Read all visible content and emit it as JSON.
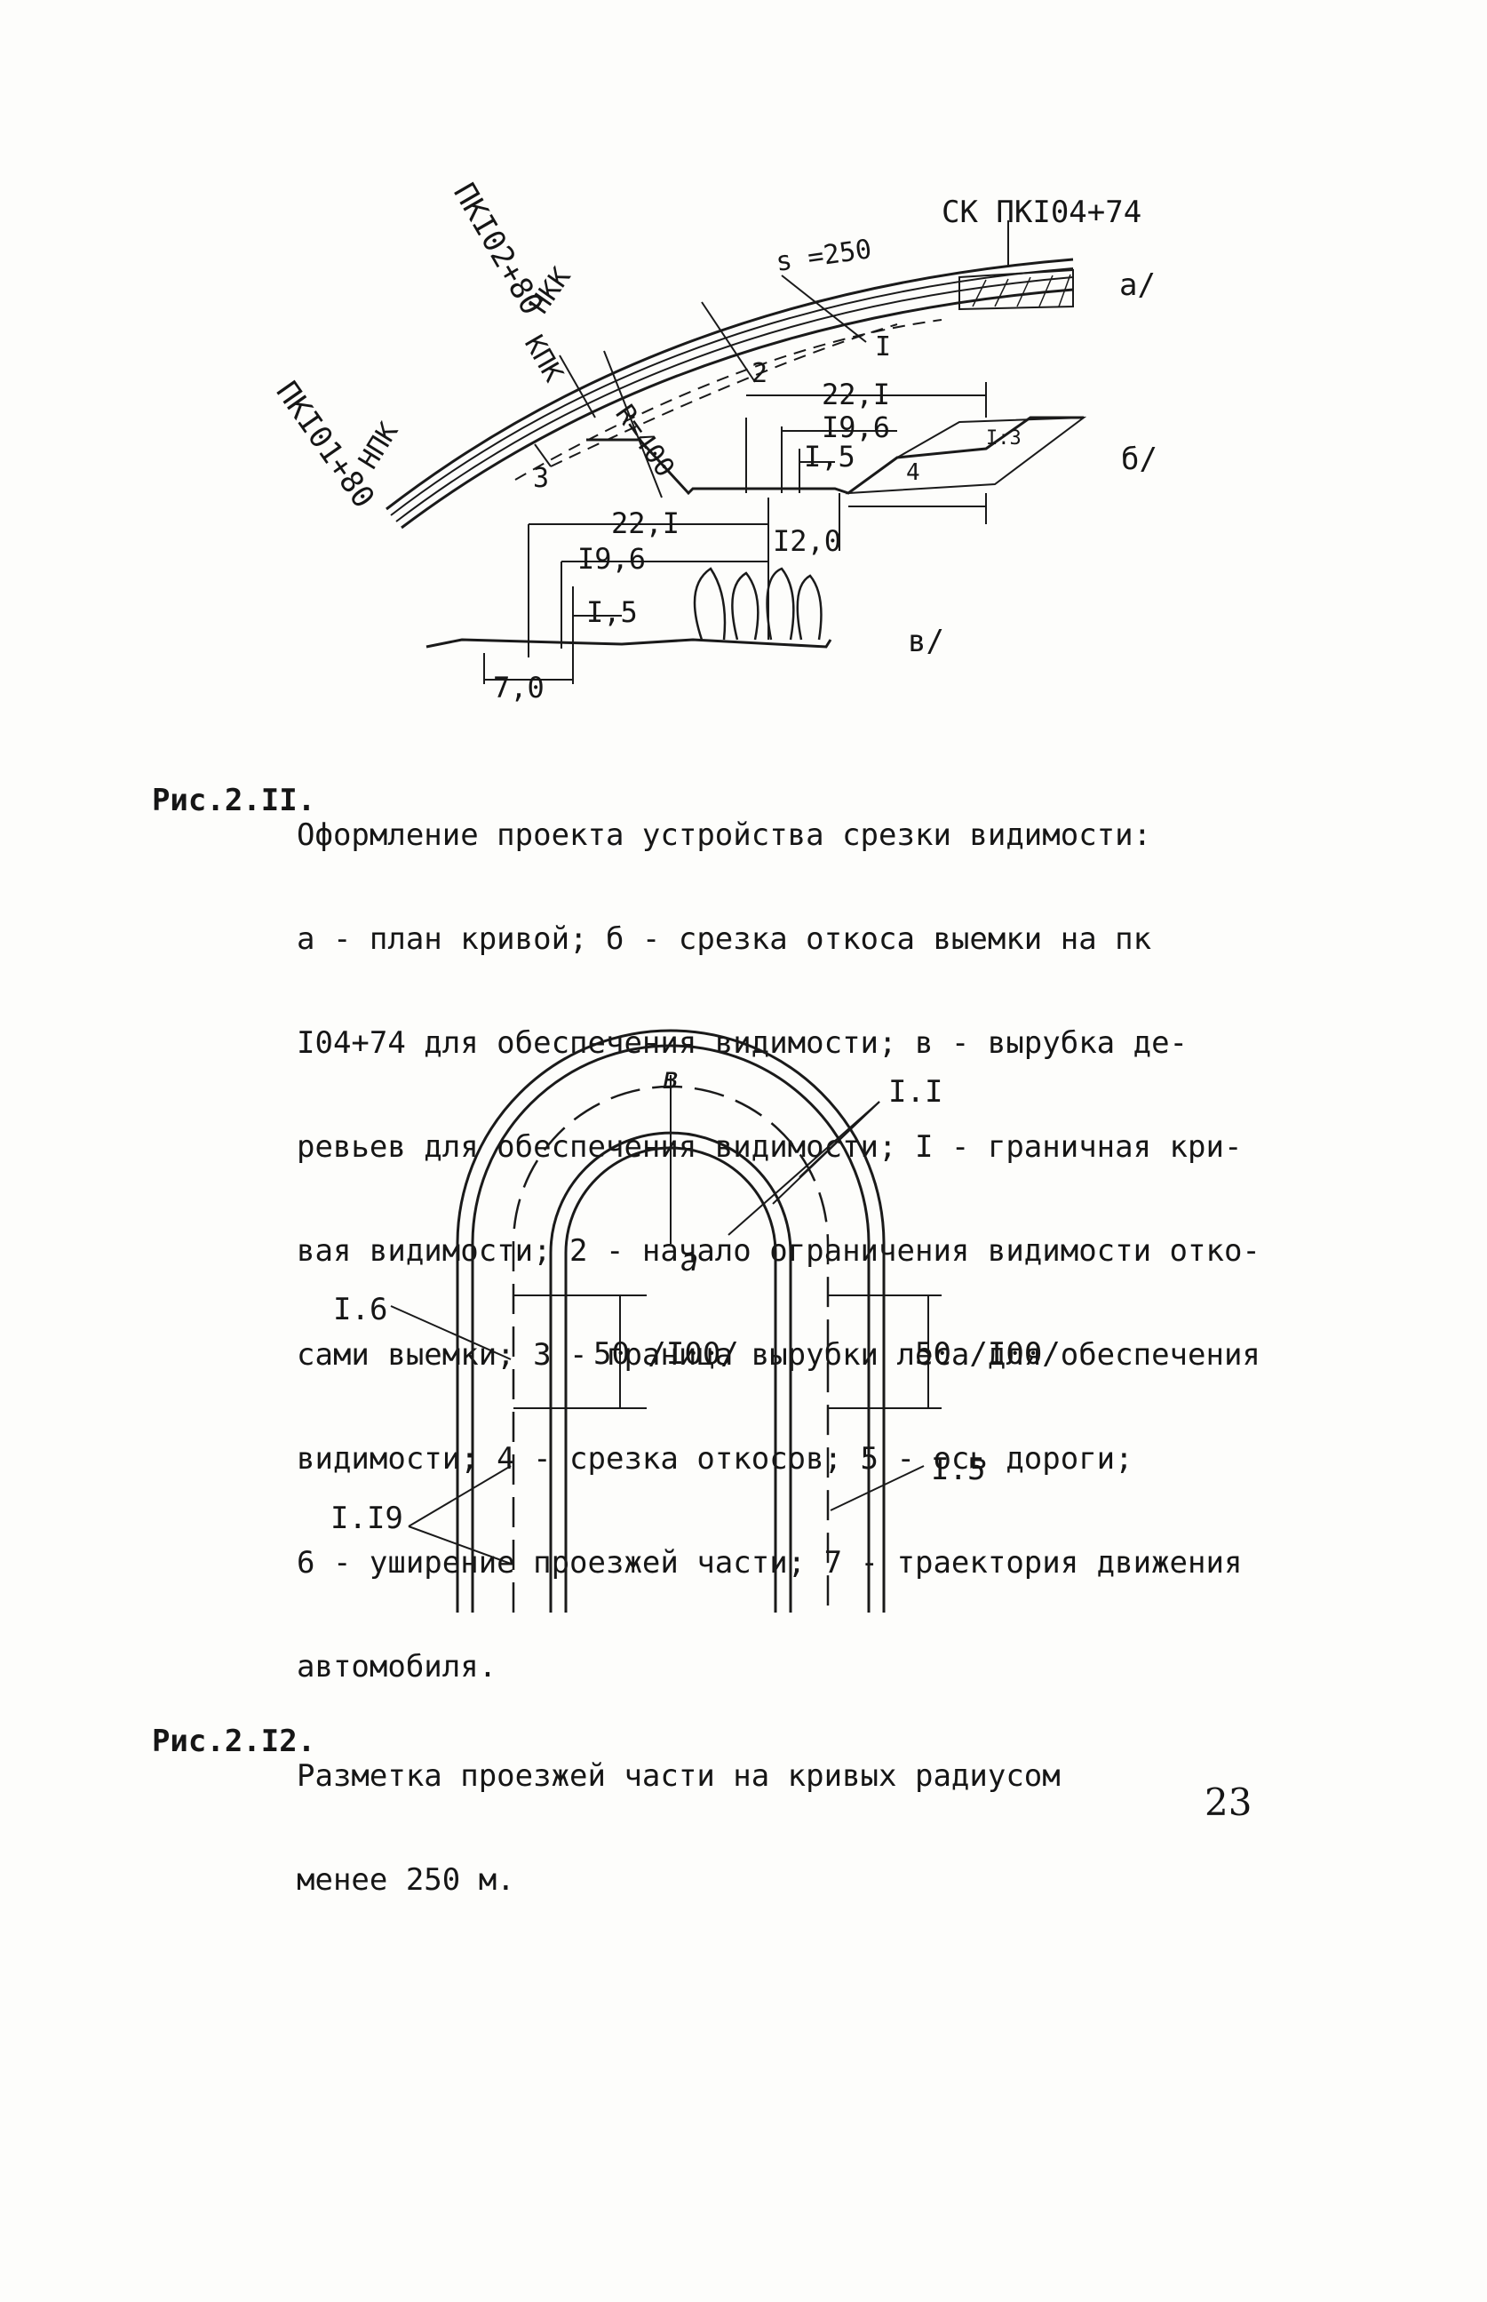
{
  "figure_1": {
    "labels": {
      "sk": "СК ПКI04+74",
      "s": "s =250",
      "pk102": "ПКI02+80",
      "nkk": "НКК",
      "kpk": "КПК",
      "pk101": "ПКI01+80",
      "npk": "НПК",
      "r": "R=400",
      "n1": "I",
      "n2": "2",
      "n3": "3",
      "n4": "4",
      "slope": "I:3",
      "a": "а/",
      "b": "б/",
      "v": "в/",
      "dim_b_221": "22,I",
      "dim_b_196": "I9,6",
      "dim_b_15": "I,5",
      "dim_v_221": "22,I",
      "dim_v_196": "I9,6",
      "dim_v_15": "I,5",
      "dim_120": "I2,0",
      "dim_70": "7,0"
    },
    "caption_head": "Рис.2.II.",
    "caption_lines": [
      "Оформление проекта устройства срезки видимости:",
      "а - план кривой; б - срезка откоса выемки на пк",
      "I04+74 для обеспечения видимости; в - вырубка де-",
      "ревьев для обеспечения видимости; I - граничная кри-",
      "вая видимости; 2 - начало ограничения видимости отко-",
      "сами выемки; 3 - граница вырубки леса для обеспечения",
      "видимости; 4 - срезка откосов; 5 - ось дороги;",
      "6 - уширение проезжей части; 7 - траектория движения",
      "автомобиля."
    ]
  },
  "figure_2": {
    "labels": {
      "top": "в",
      "center": "а",
      "l11": "I.I",
      "l16": "I.6",
      "l15": "I.5",
      "l119": "I.I9",
      "dim_left": "50 /I00/",
      "dim_right": "50 /I00/"
    },
    "caption_head": "Рис.2.I2.",
    "caption_lines": [
      "Разметка проезжей части на кривых радиусом",
      "менее 250 м."
    ]
  },
  "page_number": "23"
}
